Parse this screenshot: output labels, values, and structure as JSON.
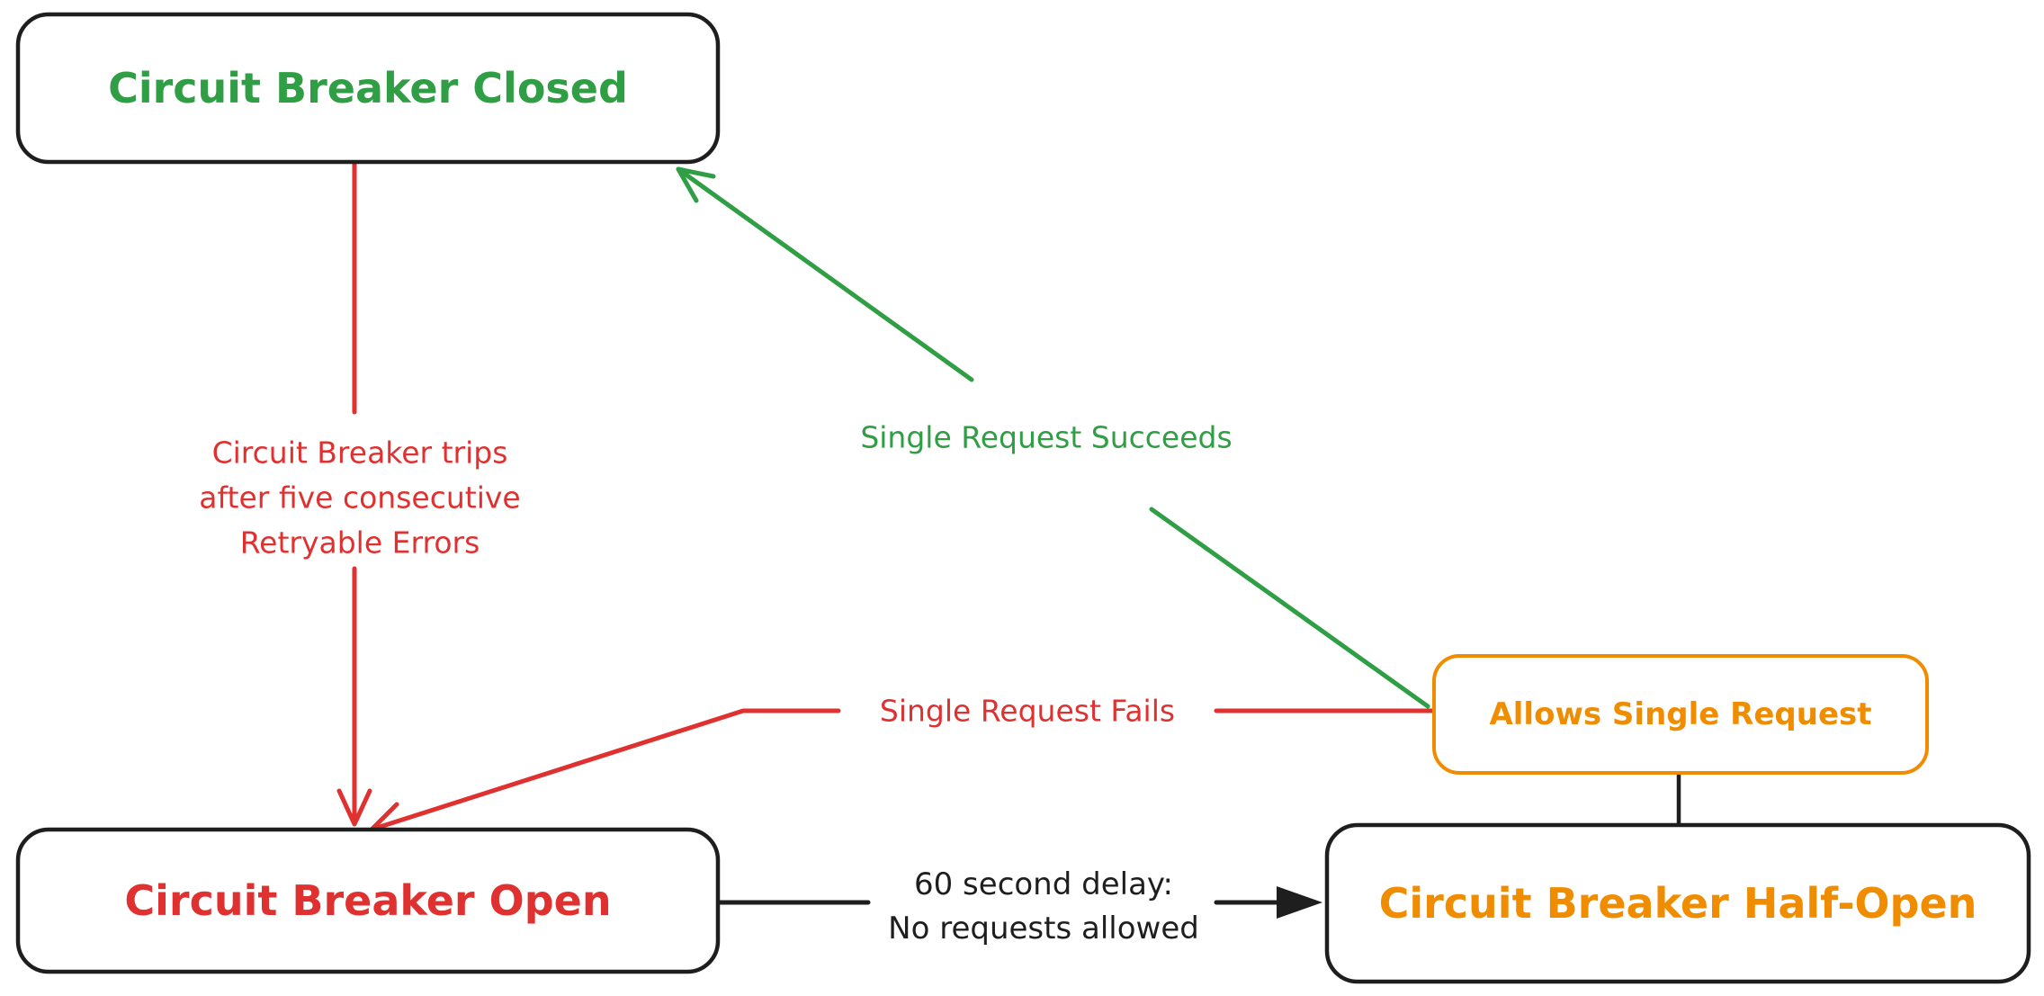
{
  "colors": {
    "green": "#2f9e44",
    "red": "#e03131",
    "orange": "#f08c00",
    "black": "#1e1e1e"
  },
  "nodes": {
    "closed": {
      "label": "Circuit Breaker Closed"
    },
    "open": {
      "label": "Circuit Breaker Open"
    },
    "half_open": {
      "label": "Circuit Breaker Half-Open"
    },
    "allows_single_request": {
      "label": "Allows Single Request"
    }
  },
  "edges": {
    "trip": {
      "lines": [
        "Circuit Breaker trips",
        "after five consecutive",
        "Retryable Errors"
      ]
    },
    "single_request_succeeds": {
      "label": "Single Request Succeeds"
    },
    "single_request_fails": {
      "label": "Single Request Fails"
    },
    "delay": {
      "lines": [
        "60 second delay:",
        "No requests allowed"
      ]
    }
  }
}
